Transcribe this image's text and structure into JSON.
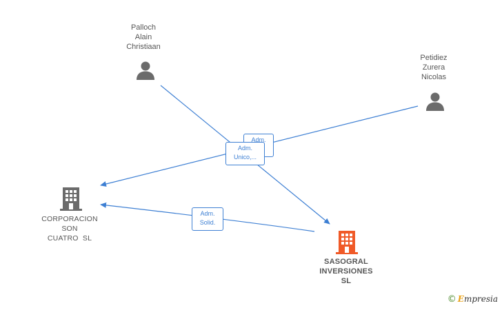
{
  "persons": [
    {
      "id": "palloch",
      "lines": [
        "Palloch",
        "Alain",
        "Christiaan"
      ]
    },
    {
      "id": "petidiez",
      "lines": [
        "Petidiez",
        "Zurera",
        "Nicolas"
      ]
    }
  ],
  "companies": [
    {
      "id": "corporacion",
      "lines": [
        "CORPORACION",
        "SON",
        "CUATRO  SL"
      ],
      "color": "#6b6b6b"
    },
    {
      "id": "sasogral",
      "lines": [
        "SASOGRAL",
        "INVERSIONES",
        "SL"
      ],
      "color": "#f05a28"
    }
  ],
  "edge_labels": [
    {
      "id": "adm-back",
      "lines": [
        "Adm.",
        "..."
      ]
    },
    {
      "id": "adm-unico",
      "lines": [
        "Adm.",
        "Unico,..."
      ]
    },
    {
      "id": "adm-solid",
      "lines": [
        "Adm.",
        "Solid."
      ]
    }
  ],
  "colors": {
    "edge": "#3d7fd3",
    "person": "#6b6b6b",
    "highlight": "#f05a28"
  },
  "watermark": {
    "symbol": "©",
    "brand_initial": "E",
    "brand_rest": "mpresia"
  }
}
